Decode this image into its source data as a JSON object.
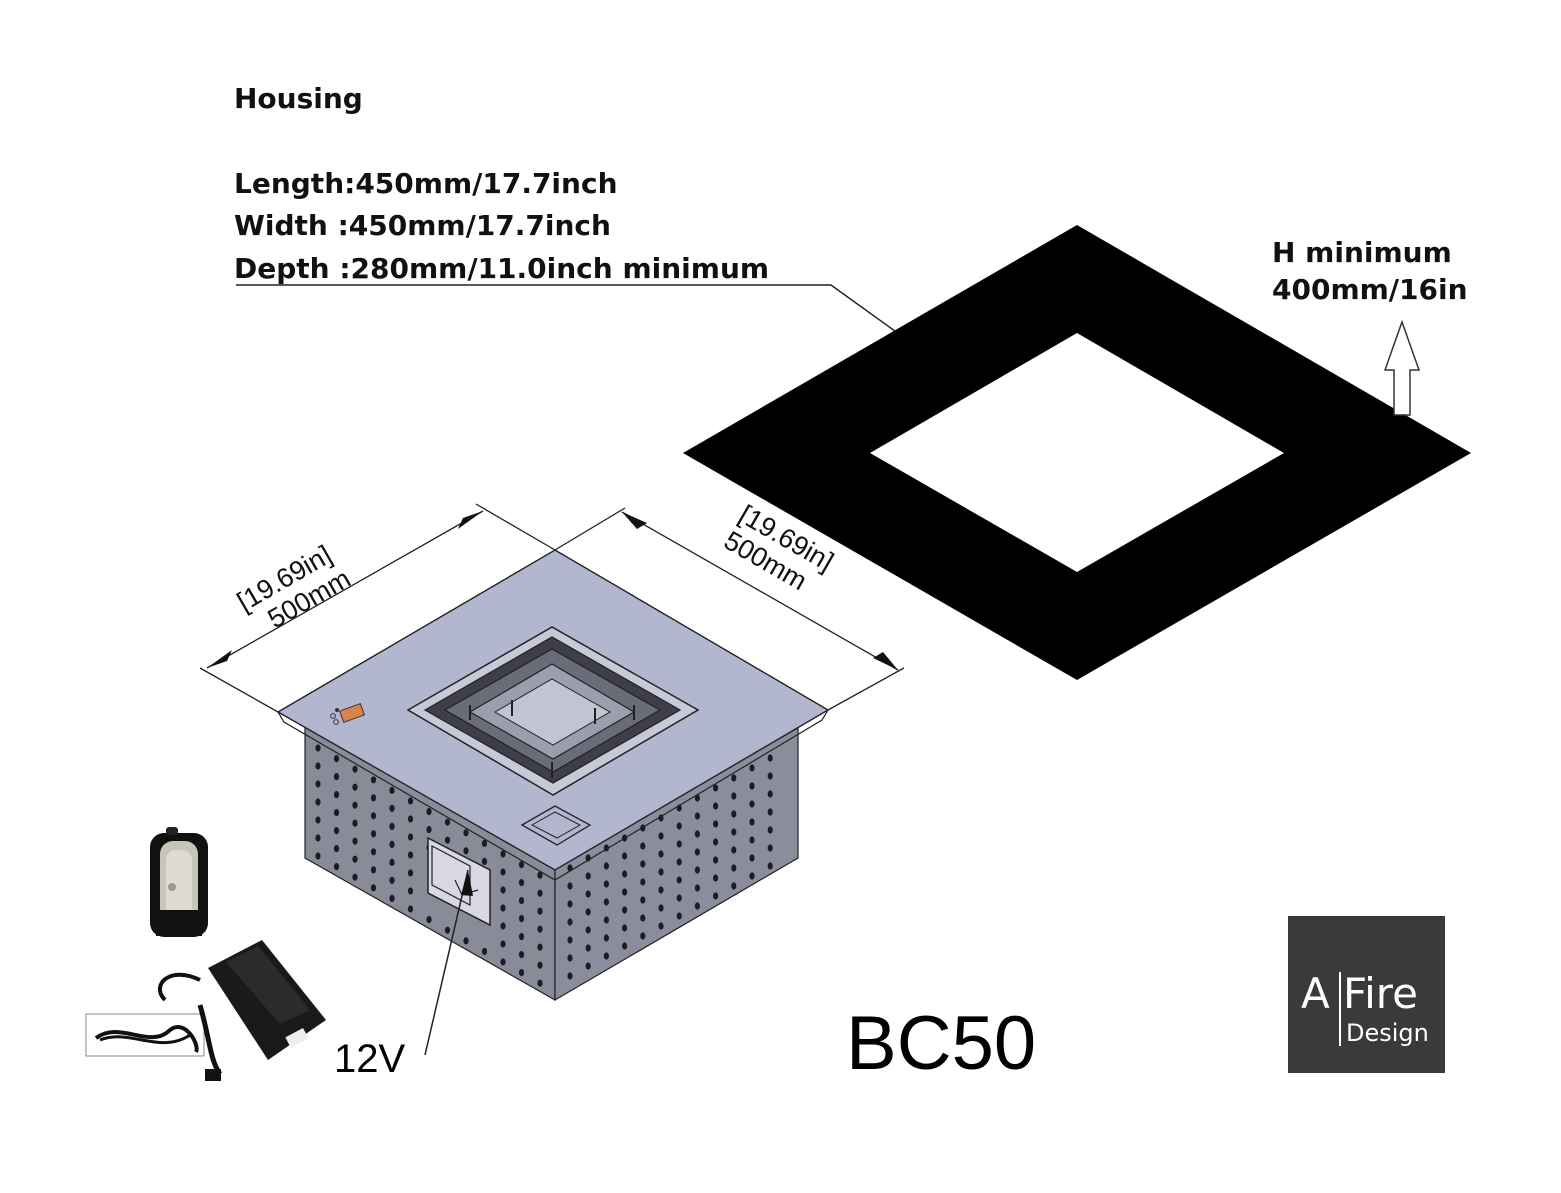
{
  "specs": {
    "heading": "Housing",
    "length": "Length:450mm/17.7inch",
    "width": "Width :450mm/17.7inch",
    "depth": "Depth :280mm/11.0inch minimum"
  },
  "height_note": {
    "line1": "H minimum",
    "line2": "400mm/16in"
  },
  "dimensions": {
    "left_in": "[19.69in]",
    "left_mm": "500mm",
    "right_in": "[19.69in]",
    "right_mm": "500mm"
  },
  "voltage_label": "12V",
  "model": "BC50",
  "logo": {
    "part_a": "A",
    "part_fire": "Fire",
    "part_design": "Design"
  },
  "colors": {
    "plate": "#b3b6cf",
    "body": "#8c8d9c",
    "cutout_frame": "#000000",
    "logo_bg": "#3a3a3a",
    "indicator": "#d9834a"
  }
}
